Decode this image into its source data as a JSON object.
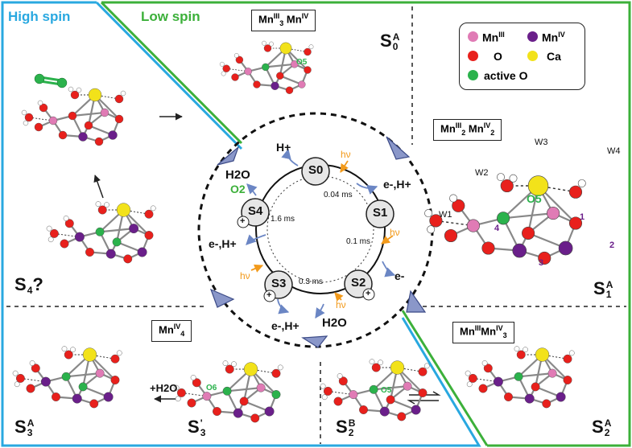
{
  "region_labels": {
    "high_spin": "High spin",
    "low_spin": "Low spin"
  },
  "states": {
    "s0a": {
      "base": "S",
      "sub": "0",
      "sup": "A"
    },
    "s1a": {
      "base": "S",
      "sub": "1",
      "sup": "A"
    },
    "s2a": {
      "base": "S",
      "sub": "2",
      "sup": "A"
    },
    "s2b": {
      "base": "S",
      "sub": "2",
      "sup": "B"
    },
    "s3p": {
      "base": "S",
      "sub": "3",
      "sup": "'"
    },
    "s3a": {
      "base": "S",
      "sub": "3",
      "sup": "A"
    },
    "s4q": {
      "base": "S",
      "sub": "4",
      "tail": "?"
    }
  },
  "ox_boxes": {
    "s0": [
      {
        "t": "Mn"
      },
      {
        "sup": "III"
      },
      {
        "sub": "3"
      },
      {
        "t": " Mn"
      },
      {
        "sup": "IV"
      }
    ],
    "s1": [
      {
        "t": "Mn"
      },
      {
        "sup": "III"
      },
      {
        "sub": "2"
      },
      {
        "t": " Mn"
      },
      {
        "sup": "IV"
      },
      {
        "sub": "2"
      }
    ],
    "s2": [
      {
        "t": "Mn"
      },
      {
        "sup": "III"
      },
      {
        "t": "Mn"
      },
      {
        "sup": "IV"
      },
      {
        "sub": "3"
      }
    ],
    "s3": [
      {
        "t": "Mn"
      },
      {
        "sup": "IV"
      },
      {
        "sub": "4"
      }
    ]
  },
  "legend": {
    "mn3": {
      "t": "Mn",
      "sup": "III"
    },
    "mn4": {
      "t": "Mn",
      "sup": "IV"
    },
    "o": "O",
    "ca": "Ca",
    "active_o": "active O",
    "colors": {
      "mn3": "#e07bb5",
      "mn4": "#6a1f8a",
      "o": "#e8201c",
      "ca": "#f2e21a",
      "active_o": "#2bb24c"
    }
  },
  "cycle": {
    "nodes": [
      "S0",
      "S1",
      "S2",
      "S3",
      "S4"
    ],
    "times": [
      "0.04 ms",
      "0.1 ms",
      "0.3 ms",
      "1.6 ms"
    ],
    "products": {
      "h_plus": "H+",
      "e_h_plus": "e-,H+",
      "e_minus": "e-",
      "e_h_plus_s3": "e-,H+",
      "e_h_plus_s4": "e-,H+",
      "h2o_in": "H2O",
      "h2o_out": "H2O",
      "o2": "O2"
    },
    "hv": "hν",
    "plus": "+"
  },
  "structure_labels": {
    "o5_s0": "O5",
    "o5_s1": "O5",
    "o5_s2b": "O5",
    "o6_s3": "O6",
    "w1": "W1",
    "w2": "W2",
    "w3": "W3",
    "w4": "W4",
    "n1": "1",
    "n2": "2",
    "n3": "3",
    "n4": "4"
  },
  "transitions": {
    "add_water": "+H2O"
  },
  "colors": {
    "high_spin": "#29a8e0",
    "low_spin": "#3cb03a",
    "orange": "#f29a1b",
    "arrowhead": "#8a97c9",
    "dark": "#222222"
  }
}
